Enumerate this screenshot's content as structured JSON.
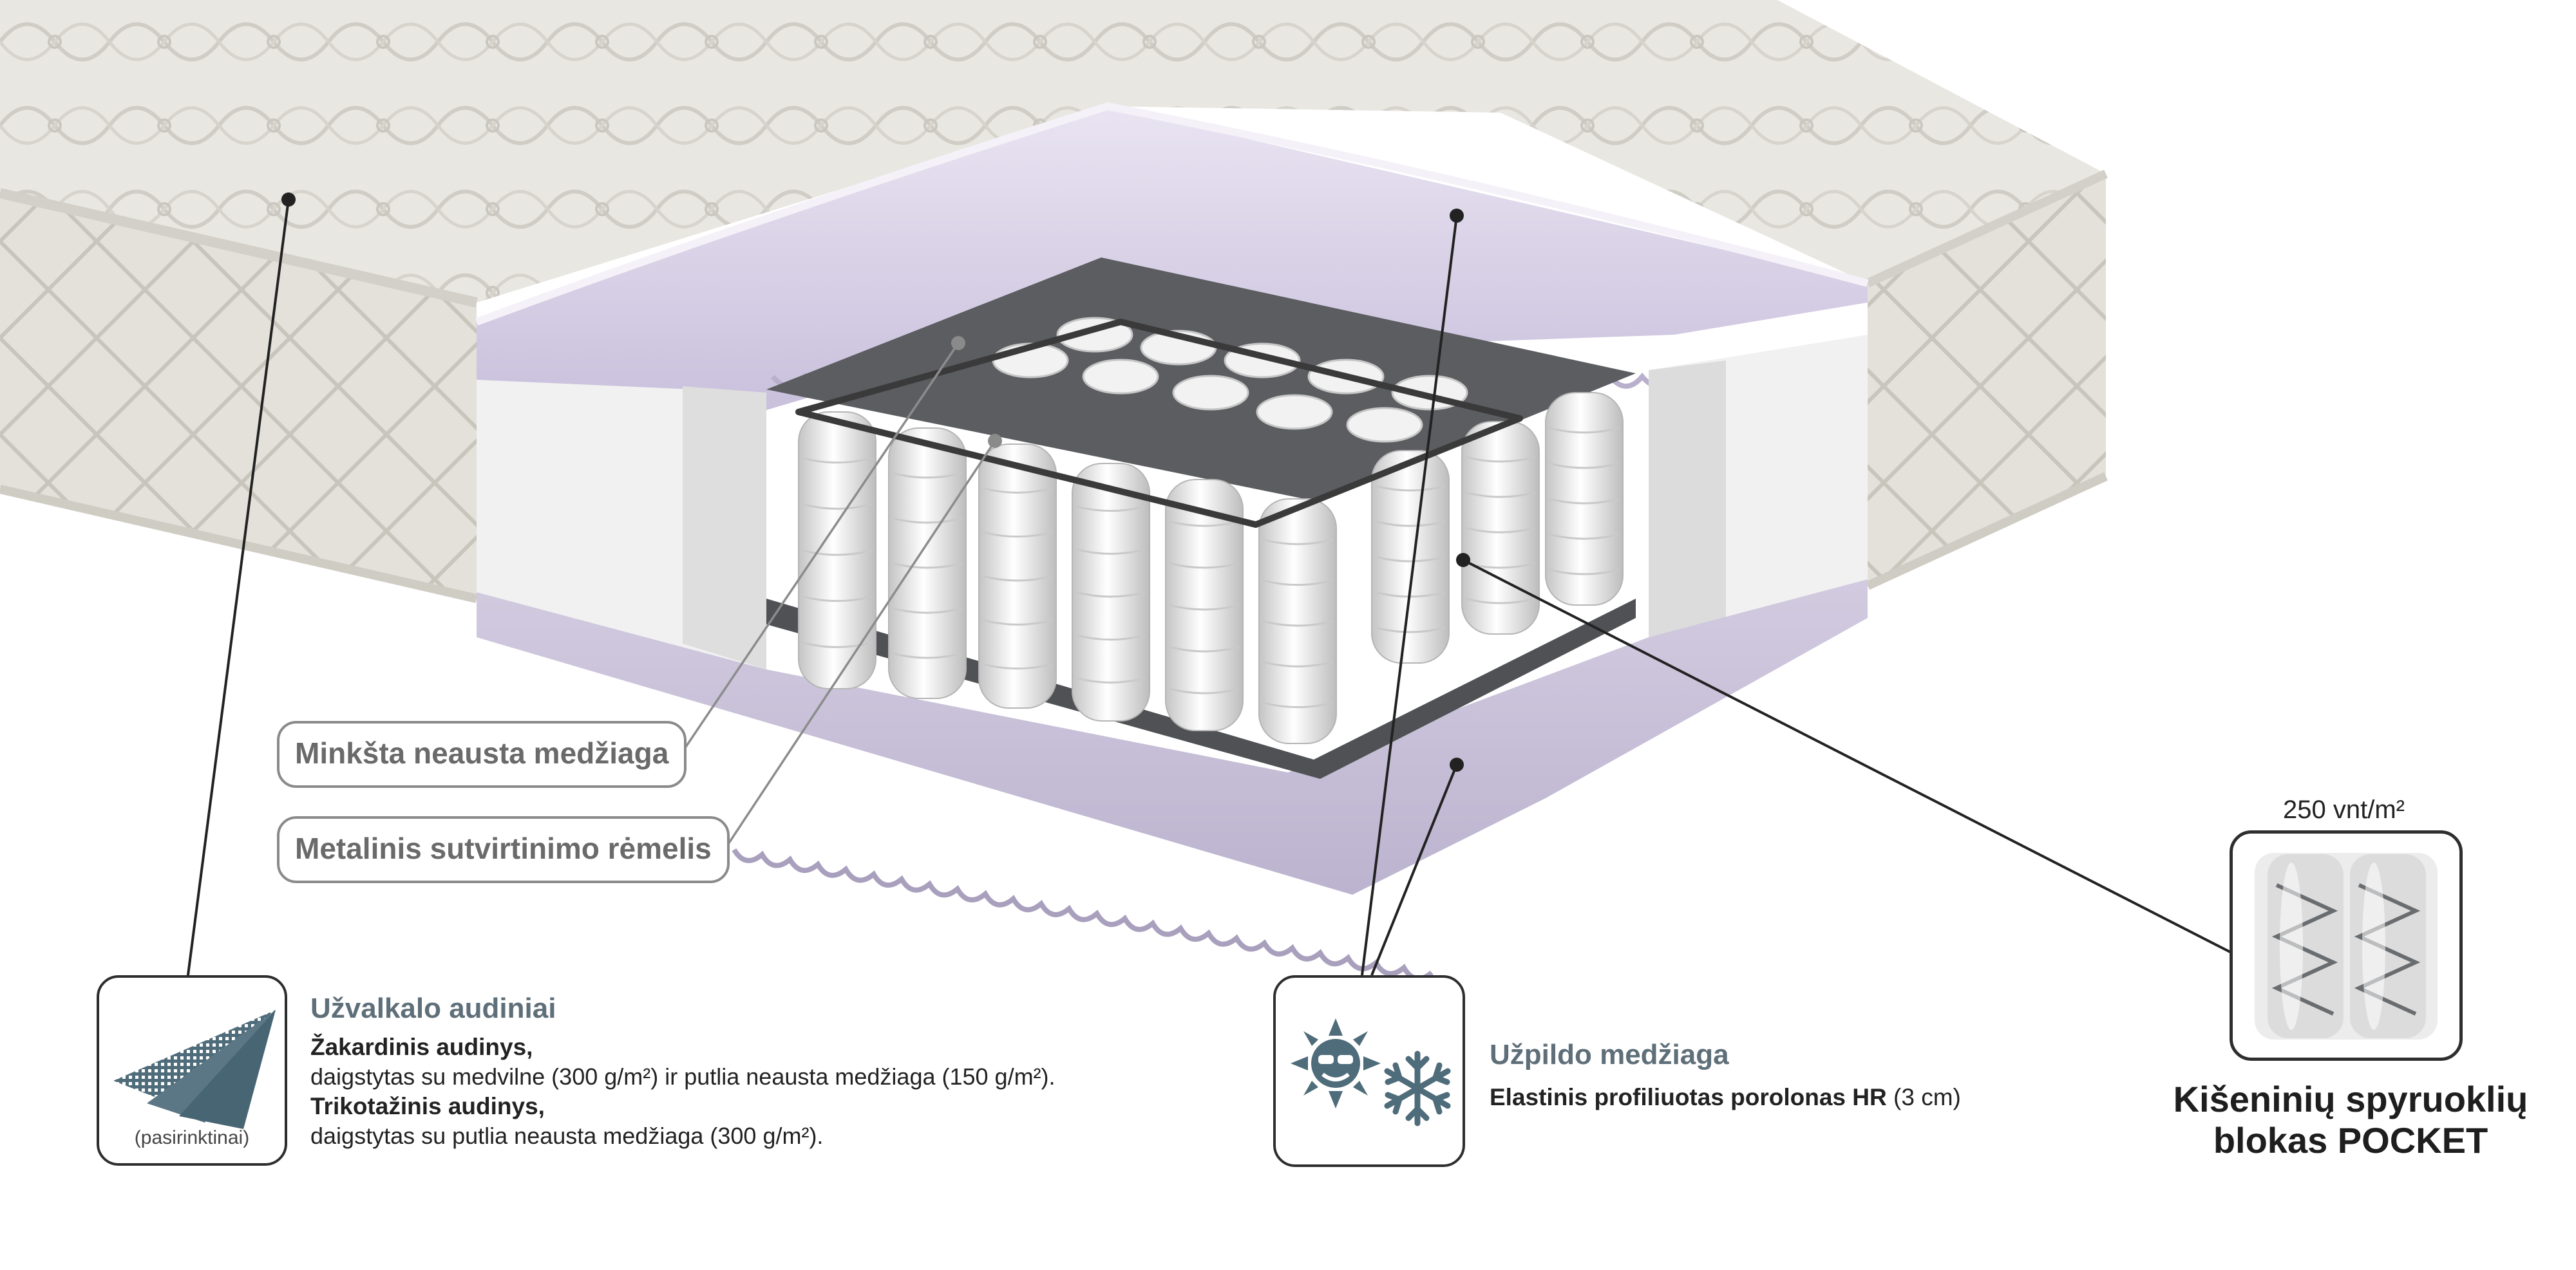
{
  "callouts": {
    "soft_fabric": "Minkšta neausta medžiaga",
    "metal_frame": "Metalinis sutvirtinimo rėmelis"
  },
  "cover": {
    "title": "Užvalkalo audiniai",
    "line1_bold": "Žakardinis audinys,",
    "line2": "daigstytas su medvilne (300 g/m²) ir putlia neausta medžiaga (150 g/m²).",
    "line3_bold": "Trikotažinis audinys,",
    "line4": "daigstytas su putlia neausta medžiaga (300 g/m²).",
    "icon_caption": "(pasirinktinai)",
    "icon": "fabric-layers-icon"
  },
  "filling": {
    "title": "Užpildo medžiaga",
    "detail_bold": "Elastinis profiliuotas porolonas HR",
    "detail_rest": " (3 cm)",
    "icons": [
      "sun-icon",
      "snowflake-icon"
    ]
  },
  "pocket": {
    "density": "250 vnt/m²",
    "title_line1": "Kišeninių spyruoklių",
    "title_line2": "blokas POCKET",
    "icon": "pocket-springs-icon"
  },
  "colors": {
    "accent": "#5f6f79",
    "foam": "#d9d3e6",
    "felt": "#5b5d60",
    "cover": "#e9e8e2"
  }
}
